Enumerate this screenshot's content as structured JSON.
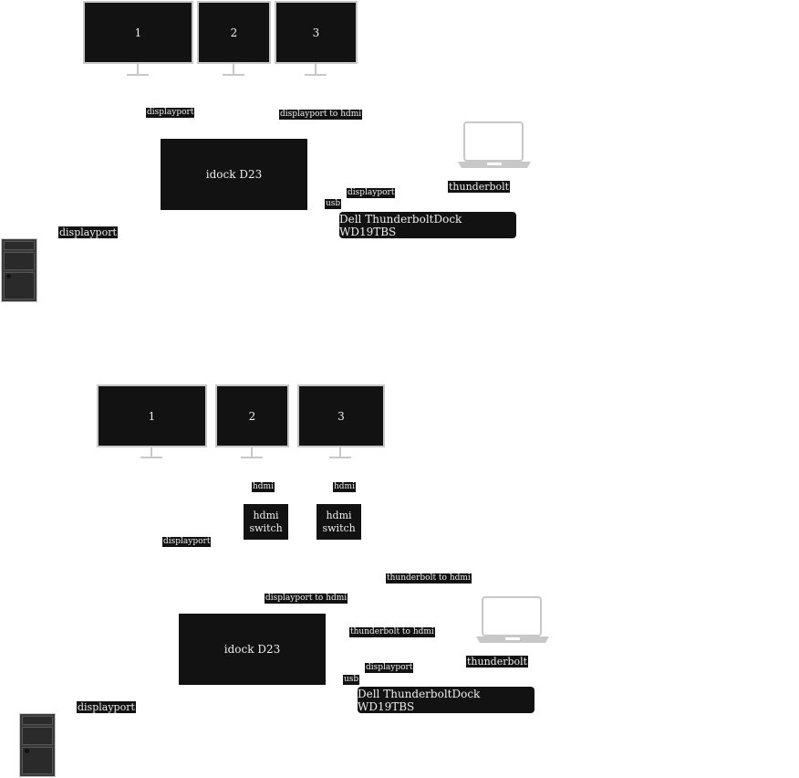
{
  "top": {
    "monitors": [
      "1",
      "2",
      "3"
    ],
    "labels": {
      "displayport_upper": "displayport",
      "dp_to_hdmi": "displayport to hdmi",
      "displayport_left": "displayport",
      "displayport_dock": "displayport",
      "usb": "usb",
      "thunderbolt": "thunderbolt"
    },
    "idock": "idock D23",
    "dell_dock": "Dell ThunderboltDock WD19TBS"
  },
  "bottom": {
    "monitors": [
      "1",
      "2",
      "3"
    ],
    "labels": {
      "hdmi_2": "hdmi",
      "hdmi_3": "hdmi",
      "displayport_upper": "displayport",
      "dp_to_hdmi": "displayport to hdmi",
      "tb_to_hdmi_top": "thunderbolt to hdmi",
      "tb_to_hdmi_mid": "thunderbolt to hdmi",
      "displayport_dock": "displayport",
      "usb": "usb",
      "displayport_left": "displayport",
      "thunderbolt": "thunderbolt"
    },
    "switch_2": "hdmi switch",
    "switch_3": "hdmi switch",
    "idock": "idock D23",
    "dell_dock": "Dell ThunderboltDock WD19TBS"
  },
  "icons": {
    "laptop": "laptop-icon",
    "tower": "desktop-tower-icon",
    "monitor": "monitor-icon"
  }
}
